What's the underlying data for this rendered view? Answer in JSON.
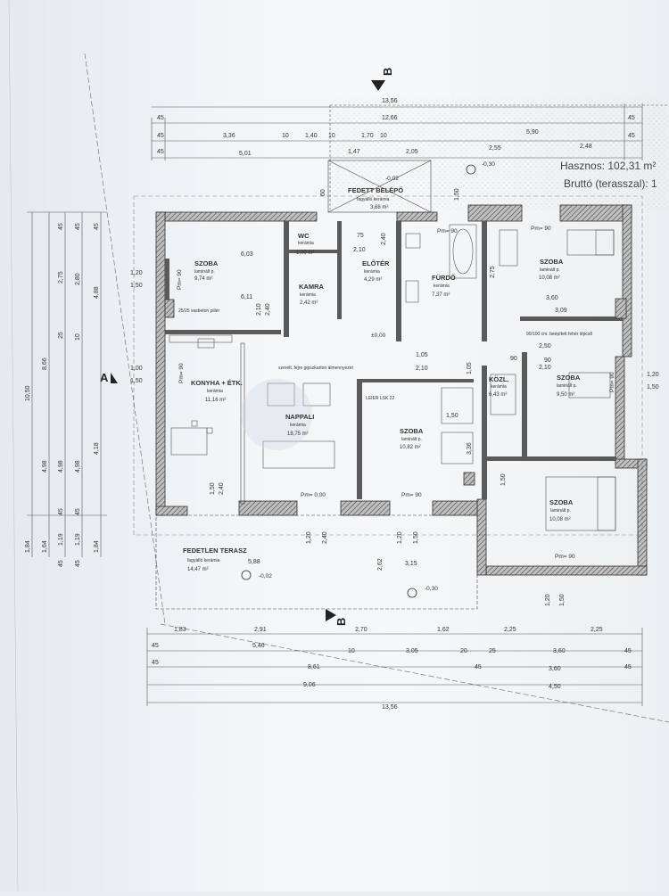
{
  "header": {
    "hasznos": "Hasznos: 102,31 m²",
    "brutto": "Bruttó (terasszal): 1"
  },
  "section_marks": {
    "top": "B",
    "bottom": "B",
    "left": "A"
  },
  "top_dims": {
    "row1": [
      "13,56"
    ],
    "row2": [
      "45",
      "12,66",
      "45"
    ],
    "row3": [
      "45",
      "3,36",
      "10",
      "1,40",
      "10",
      "1,70",
      "10",
      "5,90",
      "45"
    ],
    "row4": [
      "45",
      "1,47",
      "2,05",
      "2,55",
      "2,48"
    ],
    "row5": [
      "5,01"
    ]
  },
  "bottom_dims": {
    "row1": [
      "1,83",
      "2,91",
      "2,70",
      "1,62",
      "2,25",
      "2,25"
    ],
    "row2": [
      "45",
      "5,46",
      "10",
      "3,05",
      "20",
      "25",
      "3,60",
      "45"
    ],
    "row3": [
      "45",
      "8,61",
      "45",
      "3,60",
      "45"
    ],
    "row4": [
      "9,06",
      "4,50"
    ],
    "row5": [
      "13,56"
    ]
  },
  "left_dims": {
    "col1": [
      "10,50",
      "1,84"
    ],
    "col2": [
      "8,66",
      "4,98",
      "1,64"
    ],
    "col3": [
      "45",
      "2,75",
      "25",
      "4,98",
      "45",
      "1,19",
      "45"
    ],
    "col4": [
      "45",
      "2,80",
      "10",
      "4,98",
      "45",
      "1,19",
      "45"
    ],
    "col5": [
      "45",
      "4,88",
      "4,18",
      "1,84"
    ]
  },
  "rooms": [
    {
      "name": "SZOBA",
      "finish": "laminált p.",
      "area": "9,74 m²"
    },
    {
      "name": "WC",
      "finish": "kerámia",
      "area": "1,00 m²"
    },
    {
      "name": "FEDETT BELÉPŐ",
      "finish": "fagyálló kerámia",
      "area": "3,68 m²"
    },
    {
      "name": "ELŐTÉR",
      "finish": "kerámia",
      "area": "4,29 m²"
    },
    {
      "name": "KAMRA",
      "finish": "kerámia",
      "area": "2,42 m²"
    },
    {
      "name": "FÜRDŐ",
      "finish": "kerámia",
      "area": "7,37 m²"
    },
    {
      "name": "SZOBA",
      "finish": "laminált p.",
      "area": "10,08 m²"
    },
    {
      "name": "KONYHA + ÉTK.",
      "finish": "kerámia",
      "area": "11,16 m²"
    },
    {
      "name": "NAPPALI",
      "finish": "kerámia",
      "area": "18,75 m²"
    },
    {
      "name": "SZOBA",
      "finish": "laminált p.",
      "area": "10,82 m²"
    },
    {
      "name": "KÖZL.",
      "finish": "kerámia",
      "area": "6,43 m²"
    },
    {
      "name": "SZOBA",
      "finish": "laminált p.",
      "area": "9,50 m²"
    },
    {
      "name": "SZOBA",
      "finish": "laminált p.",
      "area": "10,08 m²"
    },
    {
      "name": "FEDETLEN TERASZ",
      "finish": "fagyálló kerámia",
      "area": "14,47 m²"
    }
  ],
  "levels": {
    "pm90a": "Pm= 90",
    "pm90b": "Pm= 90",
    "pm90c": "Pm= 90",
    "pm90d": "Pm= 90",
    "pm90e": "Pm= 90",
    "pm0": "Pm= 0,00",
    "pm90f": "Pm= 90",
    "lvl_entry": "-0,02",
    "lvl_top": "-0,30",
    "lvl_terrace": "-0,02",
    "lvl_bottom": "-0,30",
    "lvl_mid": "±0,00"
  },
  "notes": {
    "pillar": "25/25 vasbeton pillér",
    "chimney": "LEIER LSK 22",
    "opening": "90/100 cm. beépített fehér lépcső",
    "beam": "szerelt, fejre gipszkarton álmennyezet"
  },
  "interior_dims": [
    "6,03",
    "1,20",
    "1,50",
    "6,11",
    "2,10",
    "2,40",
    "1,00",
    "1,50",
    "60",
    "75",
    "2,10",
    "2,40",
    "1,50",
    "2,75",
    "3,60",
    "3,09",
    "90",
    "2,50",
    "2,10",
    "90",
    "1,20",
    "1,50",
    "2,40",
    "1,50",
    "1,20",
    "1,50",
    "1,20",
    "2,40",
    "2,62",
    "3,15",
    "1,05",
    "2,10",
    "1,05",
    "1,50",
    "3,36",
    "1,50",
    "5,88",
    "1,20",
    "1,50"
  ]
}
